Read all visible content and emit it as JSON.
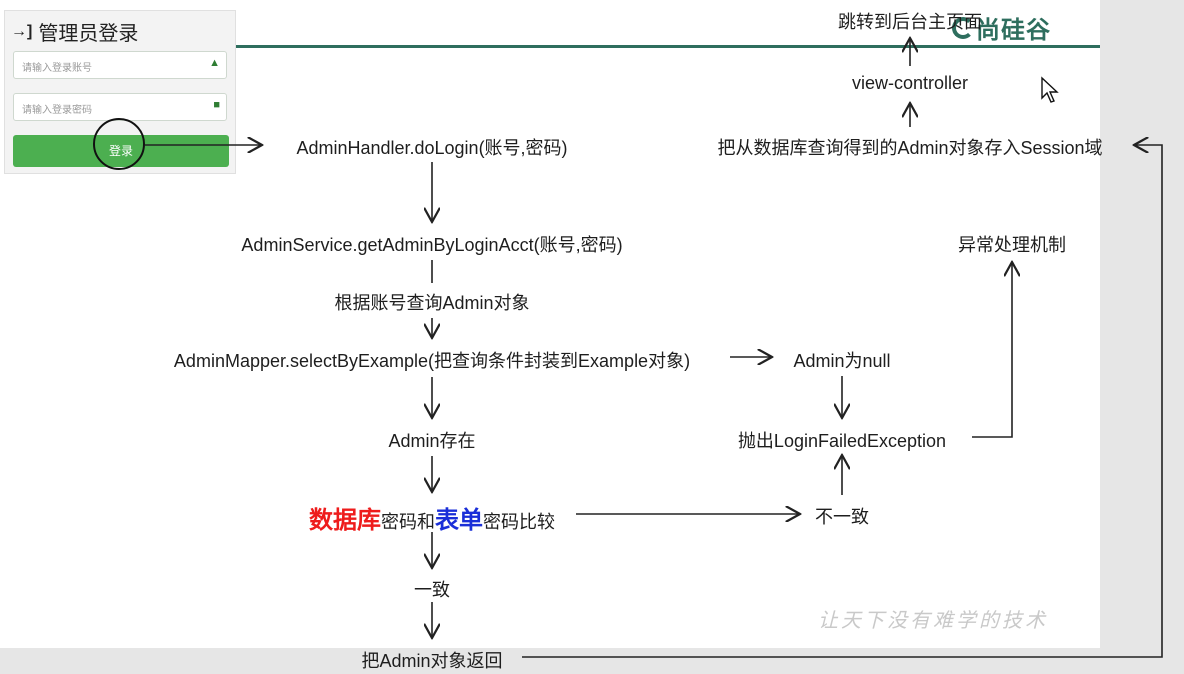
{
  "login": {
    "title": "管理员登录",
    "account_placeholder": "请输入登录账号",
    "password_placeholder": "请输入登录密码",
    "button_label": "登录"
  },
  "logo": {
    "text": "尚硅谷"
  },
  "nodes": {
    "jump_home": "跳转到后台主页面",
    "view_controller": "view-controller",
    "store_session": "把从数据库查询得到的Admin对象存入Session域",
    "do_login": "AdminHandler.doLogin(账号,密码)",
    "service_get": "AdminService.getAdminByLoginAcct(账号,密码)",
    "query_by_acct": "根据账号查询Admin对象",
    "mapper_select": "AdminMapper.selectByExample(把查询条件封装到Example对象)",
    "admin_null": "Admin为null",
    "admin_exists": "Admin存在",
    "throw_exception": "抛出LoginFailedException",
    "exception_mechanism": "异常处理机制",
    "compare_db": "数据库",
    "compare_mid1": "密码和",
    "compare_form": "表单",
    "compare_mid2": "密码比较",
    "mismatch": "不一致",
    "match": "一致",
    "return_admin": "把Admin对象返回"
  },
  "watermark": "让天下没有难学的技术",
  "colors": {
    "teal": "#2e6e5e",
    "button_green": "#4caf50",
    "highlight_red": "#ee1c1c",
    "highlight_blue": "#1a2fd8"
  },
  "icons": {
    "login": "login-arrow-icon",
    "user": "user-icon",
    "lock": "lock-icon",
    "cursor": "mouse-cursor-icon"
  }
}
